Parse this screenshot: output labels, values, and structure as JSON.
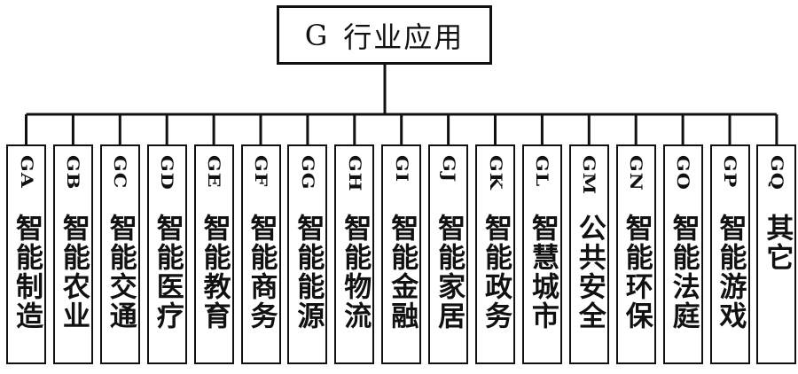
{
  "root": {
    "code": "G",
    "label": "行业应用"
  },
  "children": [
    {
      "code": "GA",
      "label": "智能制造"
    },
    {
      "code": "GB",
      "label": "智能农业"
    },
    {
      "code": "GC",
      "label": "智能交通"
    },
    {
      "code": "GD",
      "label": "智能医疗"
    },
    {
      "code": "GE",
      "label": "智能教育"
    },
    {
      "code": "GF",
      "label": "智能商务"
    },
    {
      "code": "GG",
      "label": "智能能源"
    },
    {
      "code": "GH",
      "label": "智能物流"
    },
    {
      "code": "GI",
      "label": "智能金融"
    },
    {
      "code": "GJ",
      "label": "智能家居"
    },
    {
      "code": "GK",
      "label": "智能政务"
    },
    {
      "code": "GL",
      "label": "智慧城市"
    },
    {
      "code": "GM",
      "label": "公共安全"
    },
    {
      "code": "GN",
      "label": "智能环保"
    },
    {
      "code": "GO",
      "label": "智能法庭"
    },
    {
      "code": "GP",
      "label": "智能游戏"
    },
    {
      "code": "GQ",
      "label": "其它"
    }
  ]
}
